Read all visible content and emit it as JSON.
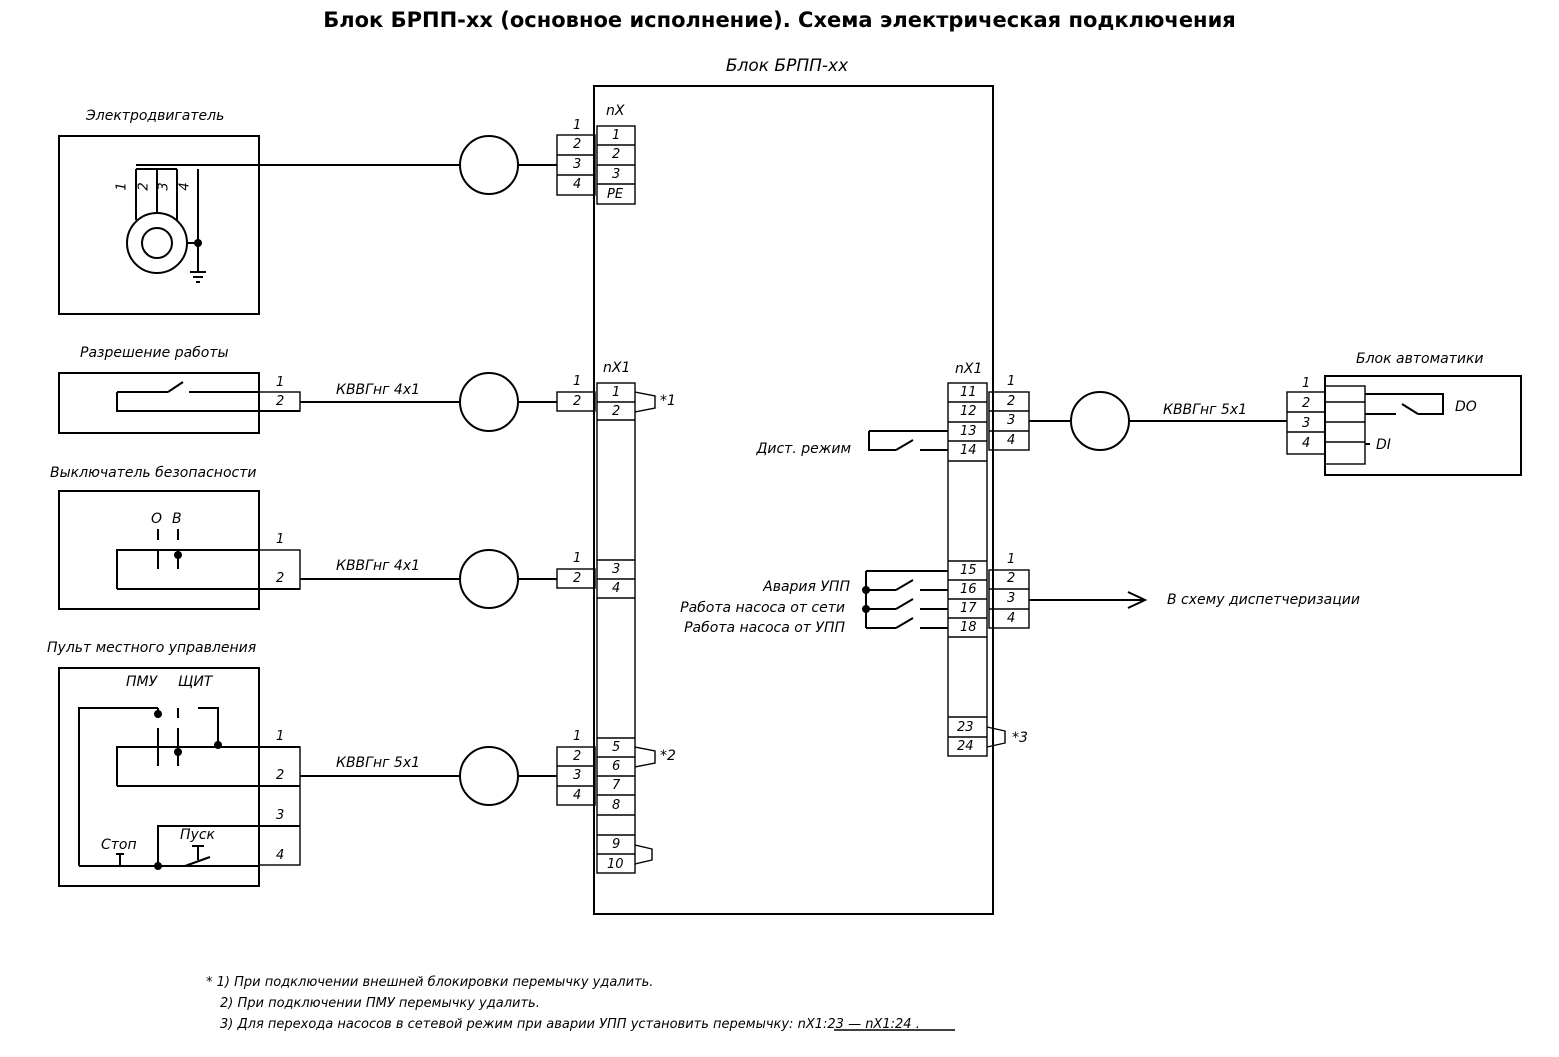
{
  "title": "Блок БРПП-хх (основное исполнение). Схема электрическая подключения",
  "block_label": "Блок БРПП-хх",
  "connectors": {
    "nx": "nX",
    "nx1_left": "nX1",
    "nx1_right": "nX1"
  },
  "devices": {
    "motor": {
      "label": "Электродвигатель",
      "terminals": [
        "1",
        "2",
        "3",
        "4"
      ]
    },
    "enable": {
      "label": "Разрешение работы",
      "cable": "КВВГнг 4х1",
      "terminals": [
        "1",
        "2"
      ]
    },
    "safety": {
      "label": "Выключатель безопасности",
      "pos_o": "О",
      "pos_b": "В",
      "cable": "КВВГнг 4х1",
      "terminals": [
        "1",
        "2"
      ]
    },
    "panel": {
      "label": "Пульт местного управления",
      "pmu": "ПМУ",
      "shield": "ЩИТ",
      "stop": "Стоп",
      "start": "Пуск",
      "cable": "КВВГнг 5х1",
      "terminals": [
        "1",
        "2",
        "3",
        "4"
      ]
    },
    "automation": {
      "label": "Блок автоматики",
      "cable": "КВВГнг 5х1",
      "do": "DO",
      "di": "DI",
      "terminals": [
        "1",
        "2",
        "3",
        "4"
      ]
    }
  },
  "cable_terminals": {
    "motor": [
      "1",
      "2",
      "3",
      "4"
    ],
    "enable": [
      "1",
      "2"
    ],
    "safety": [
      "1",
      "2"
    ],
    "panel": [
      "1",
      "2",
      "3",
      "4"
    ],
    "remote": [
      "1",
      "2",
      "3",
      "4"
    ],
    "dispatch": [
      "1",
      "2",
      "3",
      "4"
    ]
  },
  "nx_terminals": [
    "1",
    "2",
    "3",
    "PE"
  ],
  "nx1_left_terminals": [
    "1",
    "2",
    "3",
    "4",
    "5",
    "6",
    "7",
    "8",
    "9",
    "10"
  ],
  "nx1_right_terminals": [
    "11",
    "12",
    "13",
    "14",
    "15",
    "16",
    "17",
    "18",
    "23",
    "24"
  ],
  "signals": {
    "remote_mode": "Дист. режим",
    "upp_alarm": "Авария УПП",
    "pump_from_mains": "Работа насоса от сети",
    "pump_from_upp": "Работа насоса от УПП",
    "to_dispatch": "В схему диспетчеризации"
  },
  "jumper_marks": [
    "*1",
    "*2",
    "*3"
  ],
  "notes": {
    "n1": "*  1) При подключении внешней блокировки перемычку удалить.",
    "n2": "2) При подключении ПМУ перемычку удалить.",
    "n3": "3) Для перехода насосов в сетевой режим при аварии УПП установить перемычку:",
    "n3_ref": "nX1:23 — nX1:24",
    "n3_end": "."
  }
}
